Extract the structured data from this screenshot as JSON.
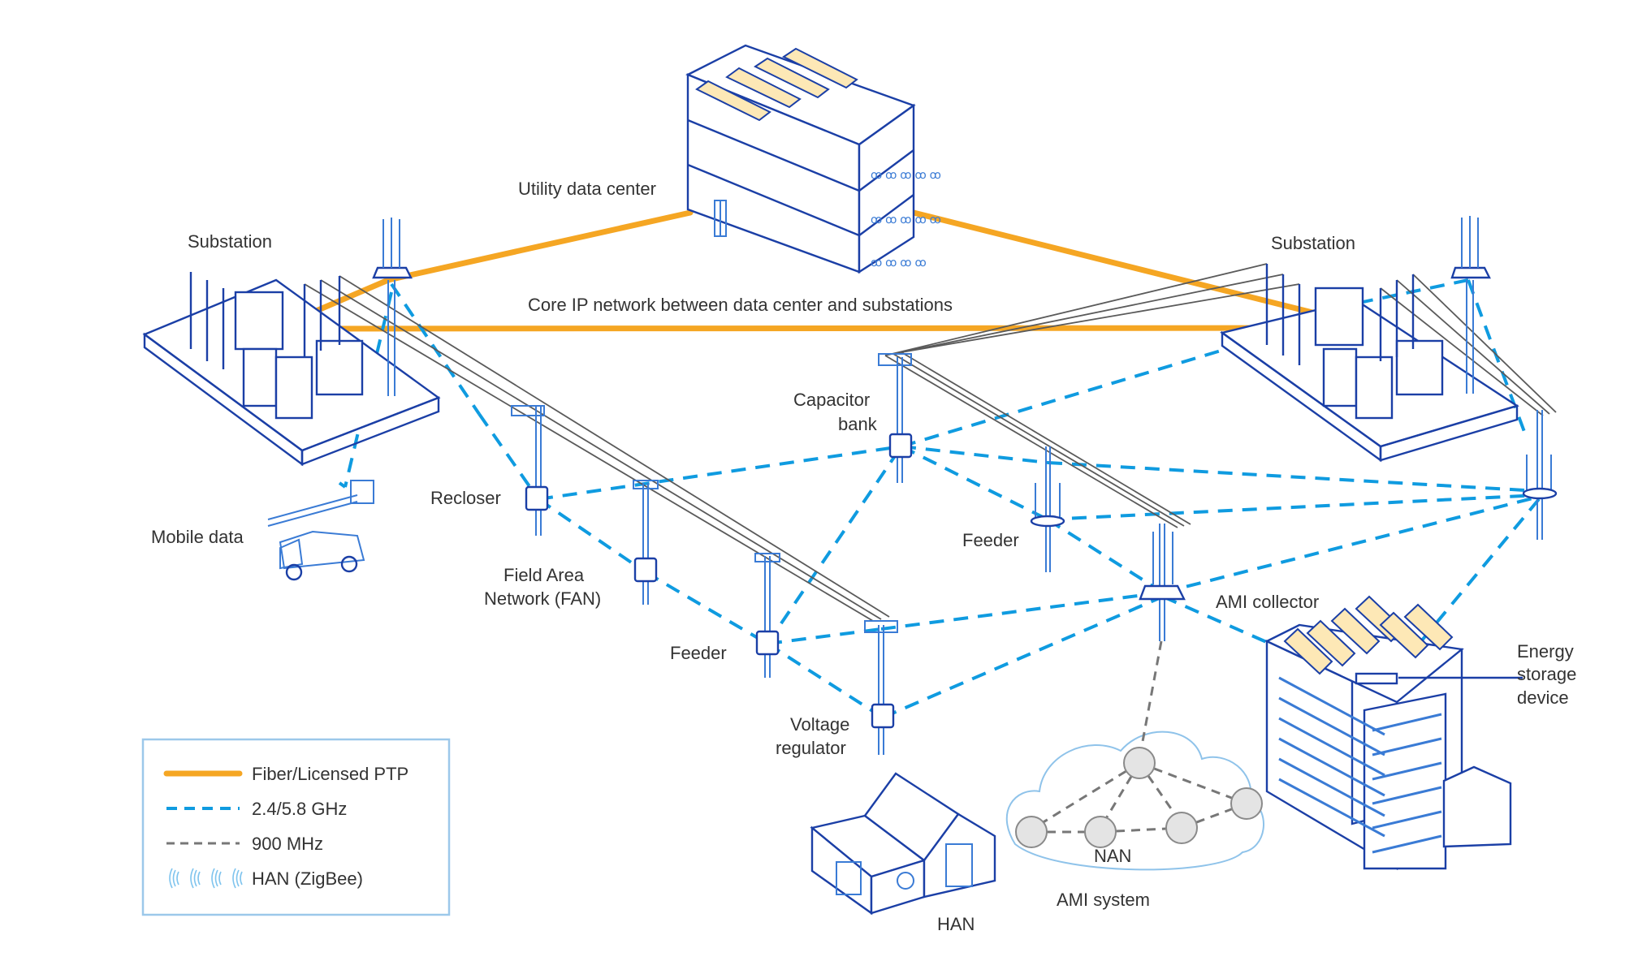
{
  "title": "Utility communications network topology",
  "colors": {
    "fiber": "#f5a623",
    "wifi": "#0f9be0",
    "mhz900": "#777777",
    "han": "#7fc4ee",
    "equipment_outline": "#1b3fa6",
    "label_text": "#333333",
    "legend_border": "#9cc8ea",
    "solar_fill": "#fde8b6"
  },
  "labels": {
    "data_center": "Utility data center",
    "substation_left": "Substation",
    "substation_right": "Substation",
    "core_ip": "Core IP network between data center and substations",
    "mobile_data": "Mobile data",
    "recloser": "Recloser",
    "fan_line1": "Field Area",
    "fan_line2": "Network (FAN)",
    "capacitor_line1": "Capacitor",
    "capacitor_line2": "bank",
    "feeder_left": "Feeder",
    "feeder_center": "Feeder",
    "voltage_line1": "Voltage",
    "voltage_line2": "regulator",
    "ami_collector": "AMI collector",
    "energy_line1": "Energy",
    "energy_line2": "storage",
    "energy_line3": "device",
    "nan": "NAN",
    "ami_system": "AMI system",
    "han": "HAN"
  },
  "legend": {
    "items": [
      {
        "label": "Fiber/Licensed PTP",
        "style": "solid-orange"
      },
      {
        "label": "2.4/5.8 GHz",
        "style": "dashed-blue"
      },
      {
        "label": "900 MHz",
        "style": "dashed-gray"
      },
      {
        "label": "HAN (ZigBee)",
        "style": "zigbee-waves"
      }
    ]
  },
  "links": {
    "fiber": [
      "data-center to left substation",
      "data-center to right substation",
      "left substation to right substation (core IP)"
    ],
    "wifi_2_4_5_8": [
      "substation towers",
      "recloser",
      "FAN",
      "capacitor bank",
      "feeders",
      "voltage regulator",
      "AMI collector",
      "mobile truck",
      "commercial building"
    ],
    "mhz_900": [
      "AMI collector to NAN meters",
      "NAN mesh between meters"
    ]
  }
}
